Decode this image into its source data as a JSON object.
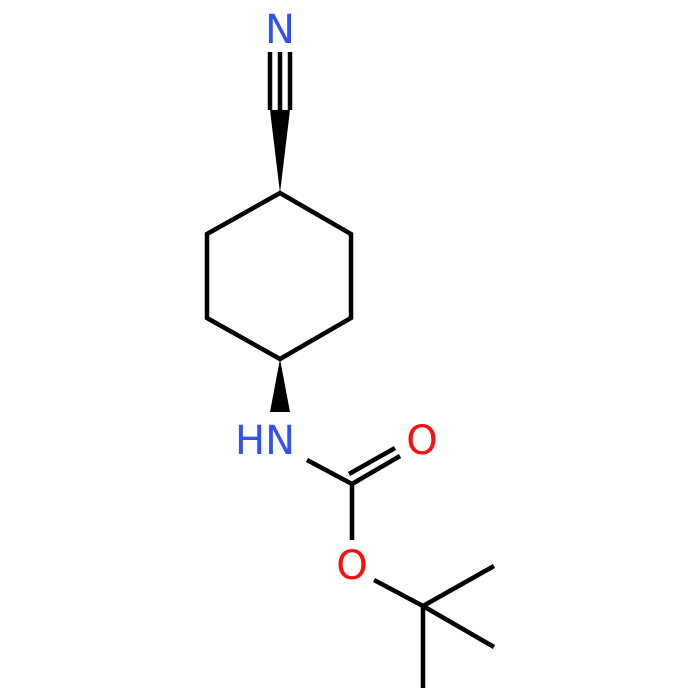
{
  "molecule": {
    "atoms": {
      "nitrile_n": {
        "label": "N",
        "color": "#3050F8"
      },
      "amide_n": {
        "label": "HN",
        "color": "#3050F8"
      },
      "carbonyl_o": {
        "label": "O",
        "color": "#FF0D0D"
      },
      "ester_o": {
        "label": "O",
        "color": "#FF0D0D"
      }
    },
    "bond_color": "#000000"
  }
}
